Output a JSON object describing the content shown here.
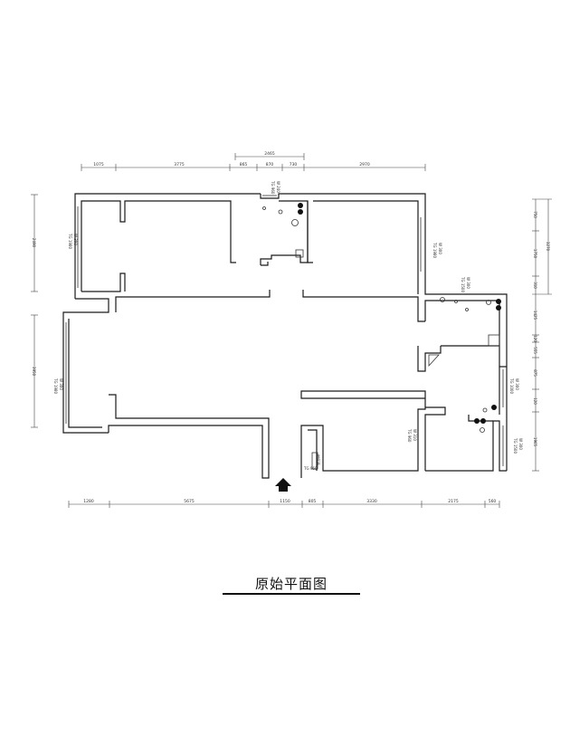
{
  "title": "原始平面图",
  "dimensions": {
    "top_upper": [
      "2465"
    ],
    "top": [
      "1075",
      "3775",
      "865",
      "870",
      "730",
      "2970"
    ],
    "bottom": [
      "1280",
      "5675",
      "1150",
      "805",
      "3330",
      "2175",
      "560"
    ],
    "left": [
      "2490",
      "3950"
    ],
    "right": [
      "750",
      "1750",
      "310",
      "1425",
      "120",
      "555",
      "875",
      "120",
      "1965"
    ],
    "right_total": [
      "3270"
    ]
  },
  "window_labels": {
    "w1": [
      "W 300",
      "TG 1980"
    ],
    "w2": [
      "W 300",
      "TG 1980"
    ],
    "w3": [
      "W 300",
      "TG 1980"
    ],
    "w4": [
      "W 240",
      "TG 960"
    ],
    "w5": [
      "W 300",
      "TG 1500"
    ],
    "w6": [
      "W 330",
      "TG 960"
    ],
    "w7": [
      "W 300",
      "TG 1000"
    ],
    "w8": [
      "W 310",
      "TG 960"
    ],
    "w9": [
      "W 300",
      "TG 1500"
    ]
  },
  "meter_label": "燃气表",
  "meter_sub": "TG 960",
  "entrance_icon": "up-arrow-icon"
}
